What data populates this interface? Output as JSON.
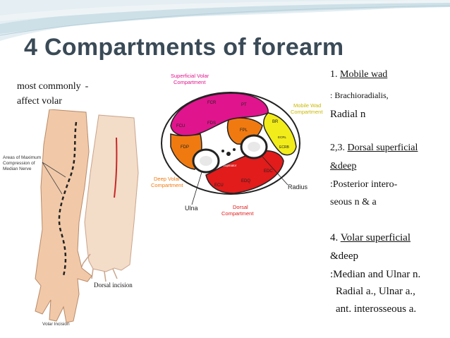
{
  "title": "4 Compartments of forearm",
  "note": {
    "line1": "most commonly",
    "dash": "-",
    "line2": "affect volar"
  },
  "arm_figure": {
    "left_caption": [
      "Areas of Maximum",
      "Compression of",
      "Median Nerve"
    ],
    "dorsal_incision": "Dorsal incision",
    "volar_incision": "Volar Incision"
  },
  "cross_section": {
    "superficial_volar": [
      "Superficial Volar",
      "Compartment"
    ],
    "mobile_wad": [
      "Mobile Wad",
      "Compartment"
    ],
    "deep_volar": [
      "Deep Volar",
      "Compartment"
    ],
    "dorsal": [
      "Dorsal",
      "Compartment"
    ],
    "ulna": "Ulna",
    "radius": "Radius",
    "muscles": {
      "fcr": "FCR",
      "pt": "PT",
      "fcu": "FCU",
      "fds": "FDS",
      "fpl": "FPL",
      "br": "BR",
      "ecrl": "ECRL",
      "ecrb": "ECRB",
      "fdp": "FDP",
      "supinator": "Supinator",
      "edc": "EDC",
      "edq": "EDQ",
      "ecu": "ECU"
    },
    "colors": {
      "magenta": "#e0148c",
      "orange": "#f07a10",
      "red": "#e21b1b",
      "yellow": "#f2ec1a",
      "outline": "#222222"
    }
  },
  "text_column": {
    "item1_num": "1.",
    "item1_heading": "Mobile wad",
    "item1_line1": ": Brachioradialis,",
    "item1_line2": "Radial n",
    "item2_num": "2,3.",
    "item2_heading": "Dorsal superficial",
    "item2_heading2": "&deep",
    "item2_line1": ":Posterior intero-",
    "item2_line2": "seous n & a",
    "item4_num": "4.",
    "item4_heading": "Volar superficial",
    "item4_heading2": "&deep",
    "item4_line1": ":Median and Ulnar n.",
    "item4_line2": "Radial a., Ulnar a.,",
    "item4_line3": "ant. interosseous a."
  }
}
